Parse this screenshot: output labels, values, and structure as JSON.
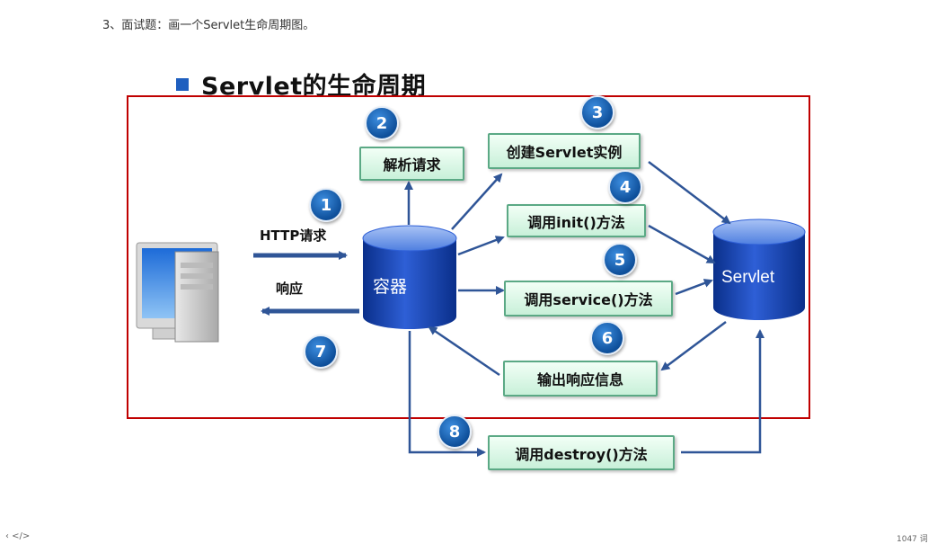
{
  "question": "3、面试题：画一个Servlet生命周期图。",
  "heading": "Servlet的生命周期",
  "container_label": "容器",
  "servlet_label": "Servlet",
  "request_label": "HTTP请求",
  "response_label": "响应",
  "boxes": {
    "parse": "解析请求",
    "create": "创建Servlet实例",
    "init": "调用init()方法",
    "service": "调用service()方法",
    "output": "输出响应信息",
    "destroy": "调用destroy()方法"
  },
  "steps": [
    "1",
    "2",
    "3",
    "4",
    "5",
    "6",
    "7",
    "8"
  ],
  "footer": {
    "nav": "‹  </>",
    "page": "1047 词"
  },
  "colors": {
    "frame": "#c00000",
    "arrow": "#2f5597",
    "step": "#0e4f9a",
    "box_border": "#5ba985"
  },
  "icons": [
    "computer-icon"
  ]
}
